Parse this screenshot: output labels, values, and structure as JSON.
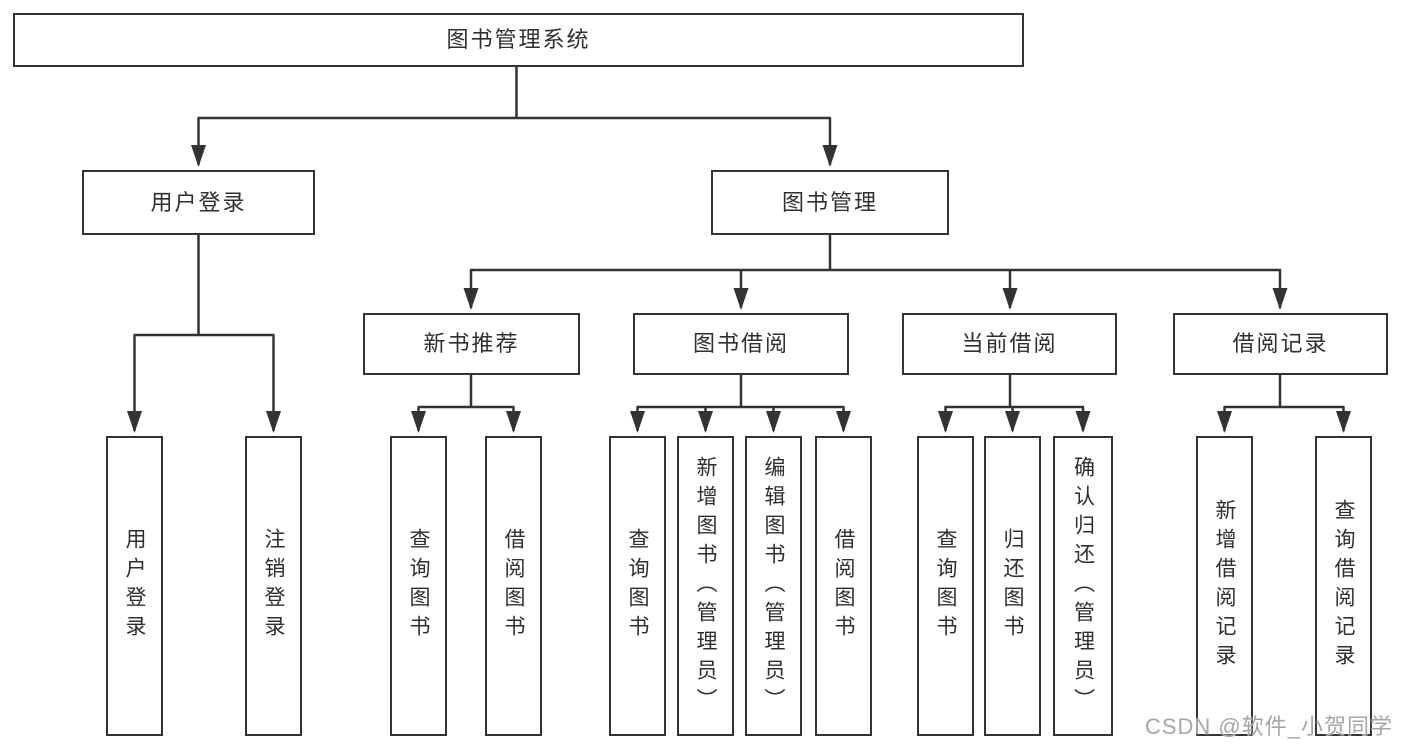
{
  "diagram": {
    "root": "图书管理系统",
    "level2": {
      "user_login": "用户登录",
      "book_management": "图书管理"
    },
    "level3": {
      "new_book_recommend": "新书推荐",
      "book_borrow": "图书借阅",
      "current_borrow": "当前借阅",
      "borrow_records": "借阅记录"
    },
    "leaves": {
      "user_login": "用户登录",
      "logout": "注销登录",
      "recommend_query_books": "查询图书",
      "recommend_borrow_books": "借阅图书",
      "borrow_query_books": "查询图书",
      "borrow_add_books": "新增图书（管理员）",
      "borrow_edit_books": "编辑图书（管理员）",
      "borrow_borrow_books": "借阅图书",
      "current_query_books": "查询图书",
      "current_return_books": "归还图书",
      "current_confirm_return": "确认归还（管理员）",
      "records_add": "新增借阅记录",
      "records_query": "查询借阅记录"
    },
    "watermark": "CSDN @软件_小贺同学",
    "colors": {
      "line": "#333333",
      "text": "#2f2f2f",
      "box_background": "#ffffff",
      "watermark": "#a6a6a6",
      "page_background": "#ffffff"
    }
  }
}
